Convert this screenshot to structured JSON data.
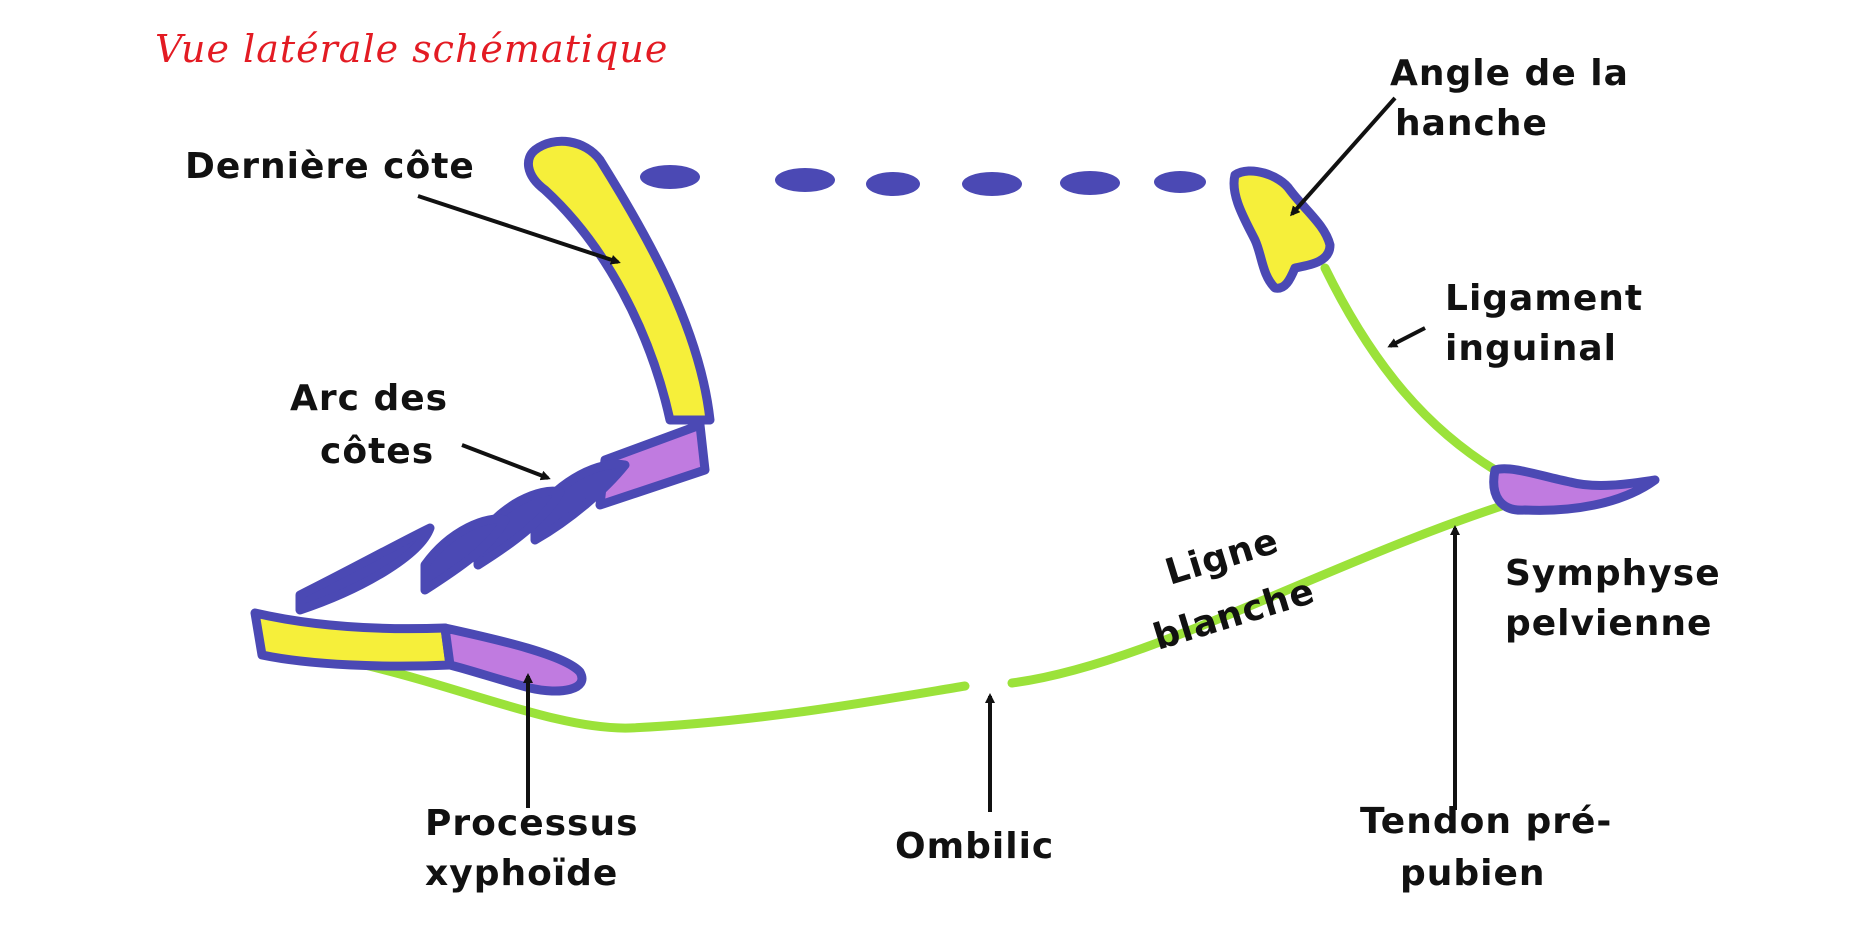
{
  "title": "Vue latérale schématique",
  "colors": {
    "title": "#e31b23",
    "bone_outline": "#4b49b4",
    "bone_yellow": "#f6ef3a",
    "cartilage_purple": "#c07be0",
    "ligament_green": "#9be23a",
    "text": "#111111"
  },
  "labels": {
    "derniere_cote": "Dernière côte",
    "angle_hanche_1": "Angle de la",
    "angle_hanche_2": "hanche",
    "ligament_1": "Ligament",
    "ligament_2": "inguinal",
    "arc_1": "Arc des",
    "arc_2": "côtes",
    "ligne_1": "Ligne",
    "ligne_2": "blanche",
    "symphyse_1": "Symphyse",
    "symphyse_2": "pelvienne",
    "processus_1": "Processus",
    "processus_2": "xyphoïde",
    "ombilic": "Ombilic",
    "tendon_1": "Tendon pré-",
    "tendon_2": "pubien"
  }
}
